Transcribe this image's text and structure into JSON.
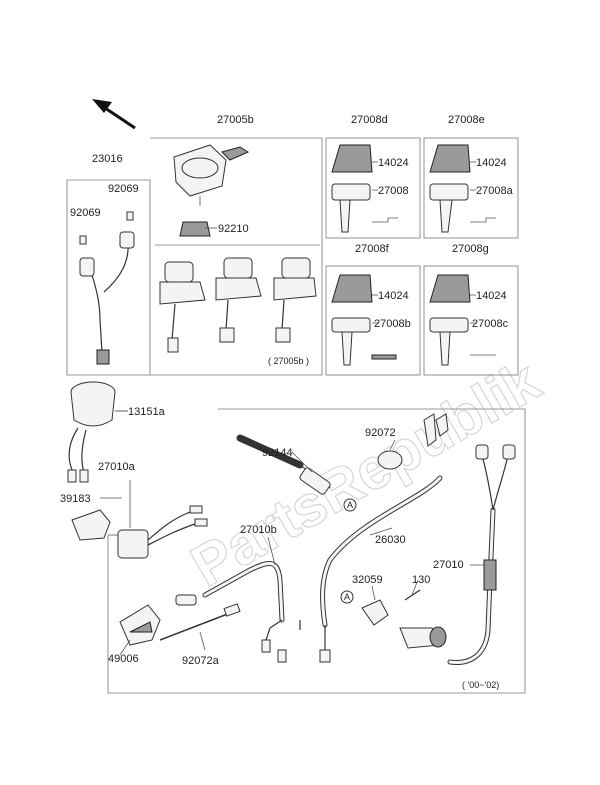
{
  "watermark": "PartsRepublik",
  "labels": {
    "l23016": "23016",
    "l27005b": "27005b",
    "l27008d": "27008d",
    "l27008e": "27008e",
    "l92069a": "92069",
    "l92069b": "92069",
    "l92210": "92210",
    "l14024a": "14024",
    "l14024b": "14024",
    "l14024c": "14024",
    "l14024d": "14024",
    "l27008": "27008",
    "l27008a": "27008a",
    "l27008f": "27008f",
    "l27008g": "27008g",
    "l27008b": "27008b",
    "l27008c": "27008c",
    "l27005b_paren": "( 27005b )",
    "l13151a": "13151a",
    "l27010a": "27010a",
    "l39183": "39183",
    "l92072": "92072",
    "l92144": "92144",
    "l26030": "26030",
    "l27010b": "27010b",
    "l27010": "27010",
    "l32059": "32059",
    "l130": "130",
    "l49006": "49006",
    "l92072a": "92072a",
    "lyears": "( '00~'02)",
    "refA1": "A",
    "refA2": "A"
  }
}
